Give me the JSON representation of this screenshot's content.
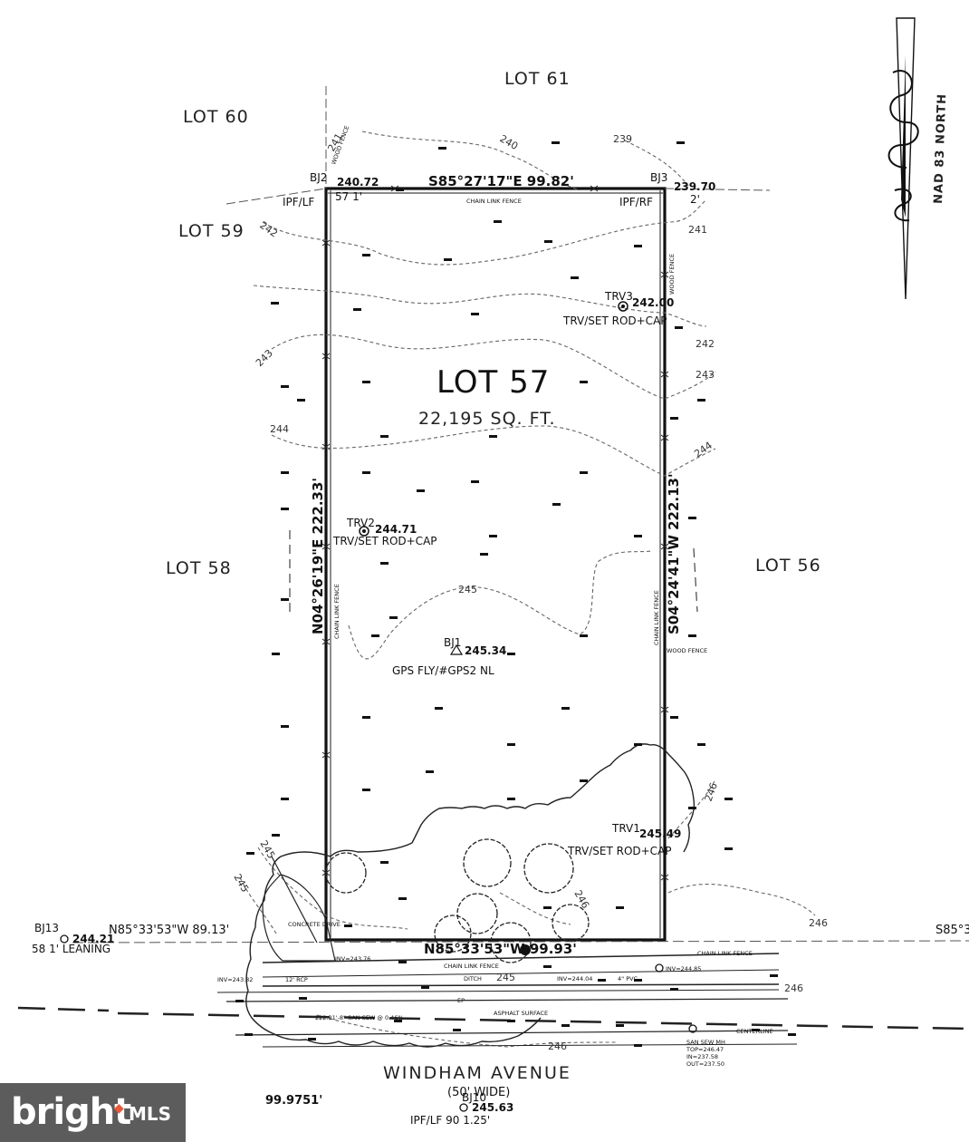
{
  "lots": {
    "lot61": "LOT 61",
    "lot60": "LOT 60",
    "lot59": "LOT 59",
    "lot58": "LOT 58",
    "lot56": "LOT 56",
    "lot57": "LOT 57",
    "lot57_area": "22,195 SQ. FT."
  },
  "north": {
    "label": "NAD 83 NORTH"
  },
  "bearings": {
    "top": "S85°27'17\"E 99.82'",
    "bottom": "N85°33'53\"W 99.93'",
    "left": "N04°26'19\"E 222.33'",
    "right": "S04°24'41\"W 222.13'",
    "road_left": "N85°33'53\"W 89.13'",
    "road_right": "S85°3"
  },
  "points": {
    "bj2_label": "BJ2",
    "bj2_elev": "240.72",
    "bj3_label": "BJ3",
    "bj3_elev": "239.70",
    "ipf_left": "IPF/LF",
    "ipf_left_dist": "57 1'",
    "ipf_right": "IPF/RF",
    "ipf_right_dist": "2'",
    "trv3": "TRV3",
    "trv3_elev": "242.00",
    "trv3_note": "TRV/SET ROD+CAP",
    "trv2": "TRV2",
    "trv2_elev": "244.71",
    "trv2_note": "TRV/SET ROD+CAP",
    "bj1": "BJ1",
    "bj1_elev": "245.34",
    "bj1_note": "GPS FLY/#GPS2 NL",
    "trv1": "TRV1",
    "trv1_elev": "245.49",
    "trv1_note": "TRV/SET ROD+CAP",
    "bj13": "BJ13",
    "bj13_elev": "244.21",
    "bj13_note": "58 1' LEANING",
    "bj10": "BJ10",
    "bj10_elev": "245.63",
    "bj10_note": "IPF/LF 90 1.25'",
    "road_length": "99.9751'"
  },
  "contours": {
    "c239": "239",
    "c240": "240",
    "c241a": "241",
    "c241b": "241",
    "c242a": "242",
    "c242b": "242",
    "c243a": "243",
    "c243b": "243",
    "c244a": "244",
    "c244b": "244",
    "c245a": "245",
    "c245b": "245",
    "c245c": "245",
    "c245d": "245",
    "c246a": "246",
    "c246b": "246",
    "c246c": "246",
    "c246d": "246",
    "c246e": "246"
  },
  "notes": {
    "chain_link_fence": "CHAIN LINK FENCE",
    "wood_fence": "WOOD FENCE",
    "concrete_drive": "CONCRETE DRIVE",
    "rcp": "12' RCP",
    "pvc": "4\" PVC",
    "ditch": "DITCH",
    "ep": "EP",
    "asphalt": "ASPHALT SURFACE",
    "centerline": "CENTERLINE",
    "san_sew": "222.31'-8\" SAN SEW @ 0.46%",
    "inv_left": "INV=243.82",
    "inv_mid": "INV=243.76",
    "inv_mid2": "INV=244.04",
    "inv_right": "INV=244.85",
    "sanmh_1": "SAN SEW MH",
    "sanmh_2": "TOP=246.47",
    "sanmh_3": "IN=237.58",
    "sanmh_4": "OUT=237.50"
  },
  "street": {
    "name": "WINDHAM AVENUE",
    "width": "(50' WIDE)"
  },
  "logo": {
    "brand": "bright",
    "suffix": "MLS"
  }
}
